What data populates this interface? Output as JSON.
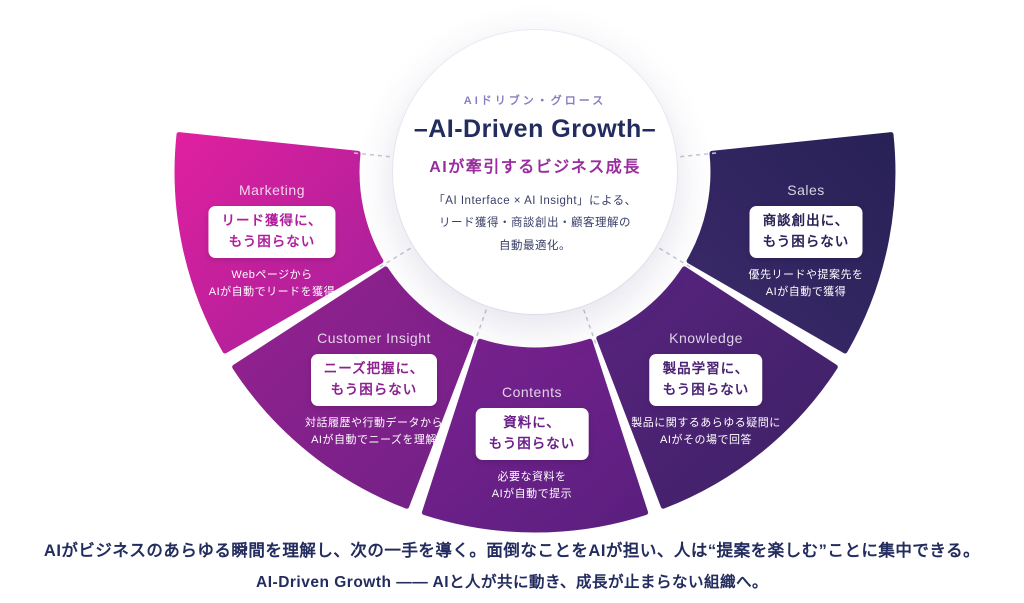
{
  "theme": {
    "navy": "#232c5e",
    "purple": "#9a2d9e",
    "lavender": "#8d7cc2",
    "bodytext": "#3a4069",
    "dash": "#c3c8d8"
  },
  "center": {
    "kicker": "AIドリブン・グロース",
    "title": "–AI-Driven Growth–",
    "subtitle": "AIが牽引するビジネス成長",
    "body1": "「AI Interface × AI Insight」による、",
    "body2": "リード獲得・商談創出・顧客理解の",
    "body3": "自動最適化。"
  },
  "segments": [
    {
      "label": "Marketing",
      "box1": "リード獲得に、",
      "box2": "もう困らない",
      "desc1": "Webページから",
      "desc2": "AIが自動でリードを獲得",
      "color_from": "#e0209f",
      "color_to": "#a2219a",
      "text_color": "#b21f9d"
    },
    {
      "label": "Customer Insight",
      "box1": "ニーズ把握に、",
      "box2": "もう困らない",
      "desc1": "対話履歴や行動データから",
      "desc2": "AIが自動でニーズを理解",
      "color_from": "#97218f",
      "color_to": "#6f2187",
      "text_color": "#8c2190"
    },
    {
      "label": "Contents",
      "box1": "資料に、",
      "box2": "もう困らない",
      "desc1": "必要な資料を",
      "desc2": "AIが自動で提示",
      "color_from": "#7c2190",
      "color_to": "#581f7e",
      "text_color": "#6d2089"
    },
    {
      "label": "Knowledge",
      "box1": "製品学習に、",
      "box2": "もう困らない",
      "desc1": "製品に関するあらゆる疑問に",
      "desc2": "AIがその場で回答",
      "color_from": "#5a2380",
      "color_to": "#3a2263",
      "text_color": "#4a2373"
    },
    {
      "label": "Sales",
      "box1": "商談創出に、",
      "box2": "もう困らない",
      "desc1": "優先リードや提案先を",
      "desc2": "AIが自動で獲得",
      "color_from": "#3c2a6b",
      "color_to": "#272156",
      "text_color": "#2c2158"
    }
  ],
  "footer": {
    "line1": "AIがビジネスのあらゆる瞬間を理解し、次の一手を導く。面倒なことをAIが担い、人は“提案を楽しむ”ことに集中できる。",
    "line2": "AI-Driven Growth ――  AIと人が共に動き、成長が止まらない組織へ。"
  }
}
